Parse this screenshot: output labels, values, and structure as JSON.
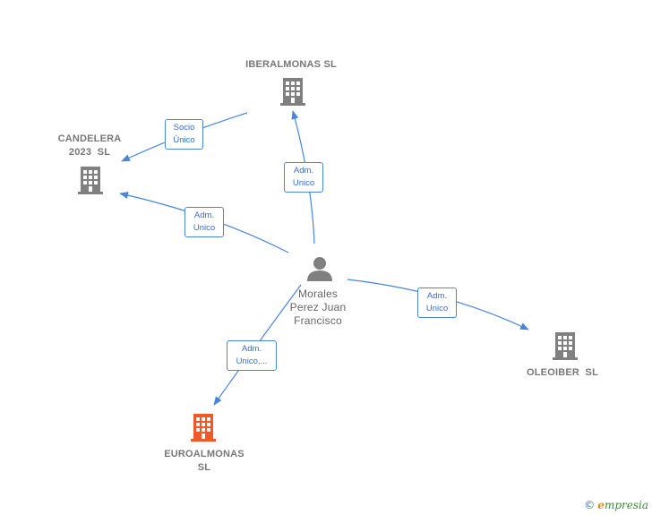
{
  "nodes": {
    "iberalmonas": {
      "label": "IBERALMONAS SL",
      "color": "#808080"
    },
    "candelera": {
      "label_line1": "CANDELERA",
      "label_line2": "2023  SL",
      "color": "#808080"
    },
    "person": {
      "label_line1": "Morales",
      "label_line2": "Perez Juan",
      "label_line3": "Francisco",
      "color": "#808080"
    },
    "oleoiber": {
      "label": "OLEOIBER  SL",
      "color": "#808080"
    },
    "euroalmonas": {
      "label_line1": "EUROALMONAS",
      "label_line2": "SL",
      "color": "#f05a28"
    }
  },
  "edges": {
    "socio_unico": {
      "line1": "Socio",
      "line2": "Único"
    },
    "adm_iberalmonas": {
      "line1": "Adm.",
      "line2": "Unico"
    },
    "adm_candelera": {
      "line1": "Adm.",
      "line2": "Unico"
    },
    "adm_oleoiber": {
      "line1": "Adm.",
      "line2": "Unico"
    },
    "adm_euroalmonas": {
      "line1": "Adm.",
      "line2": "Unico,..."
    }
  },
  "colors": {
    "edge": "#4a86d8",
    "building": "#808080",
    "building_highlight": "#f05a28"
  },
  "footer": {
    "copyright": "©",
    "brand_initial": "e",
    "brand_rest": "mpresia"
  }
}
